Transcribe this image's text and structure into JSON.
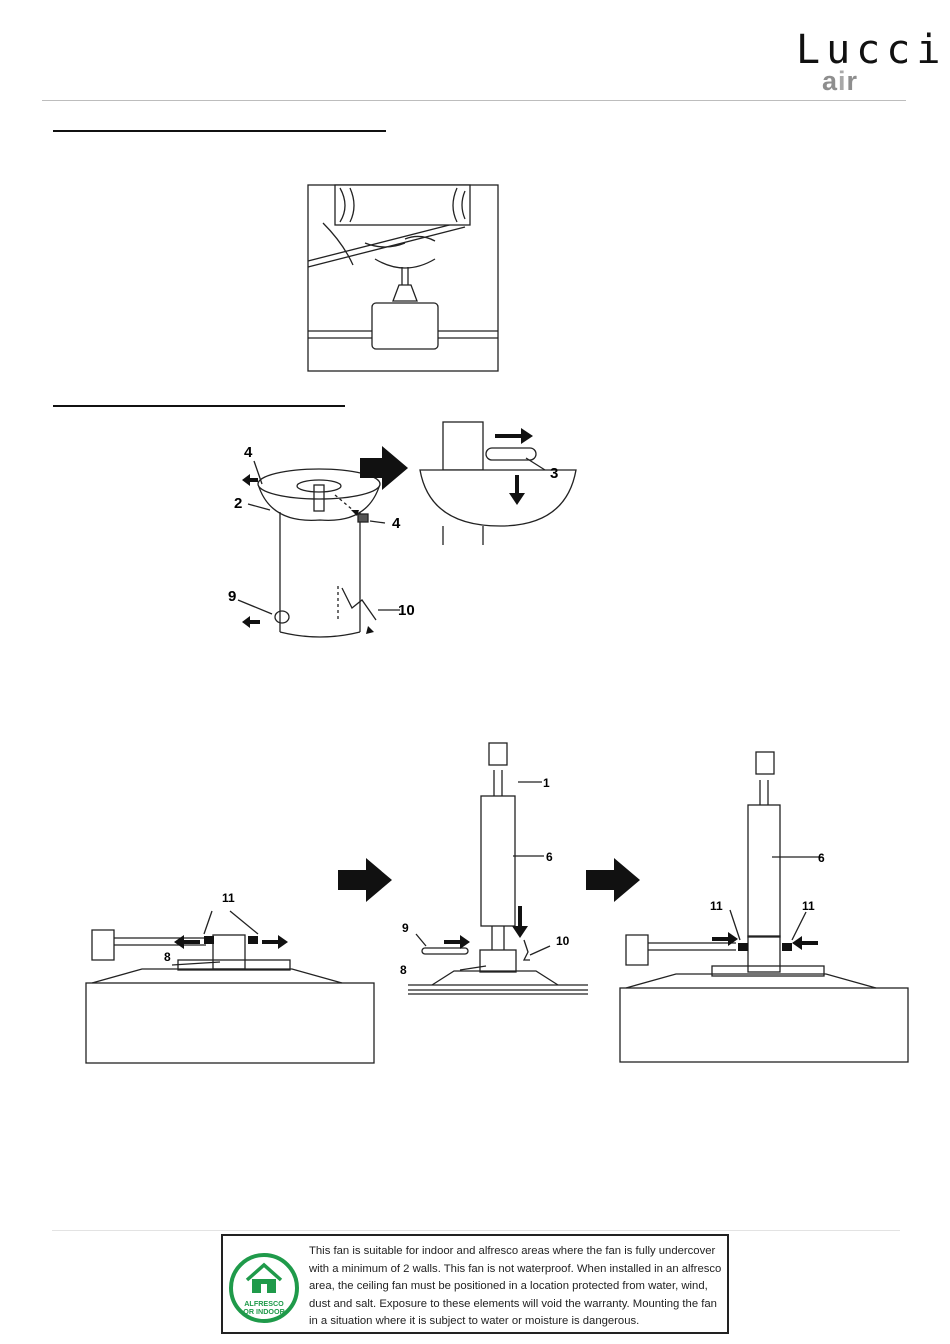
{
  "brand": {
    "name": "Lucci",
    "sub_prefix": "a",
    "sub_i": "i",
    "sub_suffix": "r"
  },
  "fig2_callouts": {
    "c4a": "4",
    "c2": "2",
    "c4b": "4",
    "c9": "9",
    "c10": "10",
    "c3": "3"
  },
  "fig3_callouts": {
    "left_11": "11",
    "left_8": "8",
    "mid_1": "1",
    "mid_6": "6",
    "mid_9": "9",
    "mid_10": "10",
    "mid_8": "8",
    "right_6": "6",
    "right_11a": "11",
    "right_11b": "11"
  },
  "badge": {
    "line1": "ALFRESCO",
    "line2": "OR INDOOR"
  },
  "notice_text": "This fan is suitable for indoor and alfresco areas where the fan is fully undercover with a minimum of 2 walls. This fan is not waterproof. When installed in an alfresco area, the ceiling fan must be positioned in a location protected from water, wind, dust and salt. Exposure to these elements will void the warranty. Mounting the fan in a situation where it is subject to water or moisture is dangerous."
}
